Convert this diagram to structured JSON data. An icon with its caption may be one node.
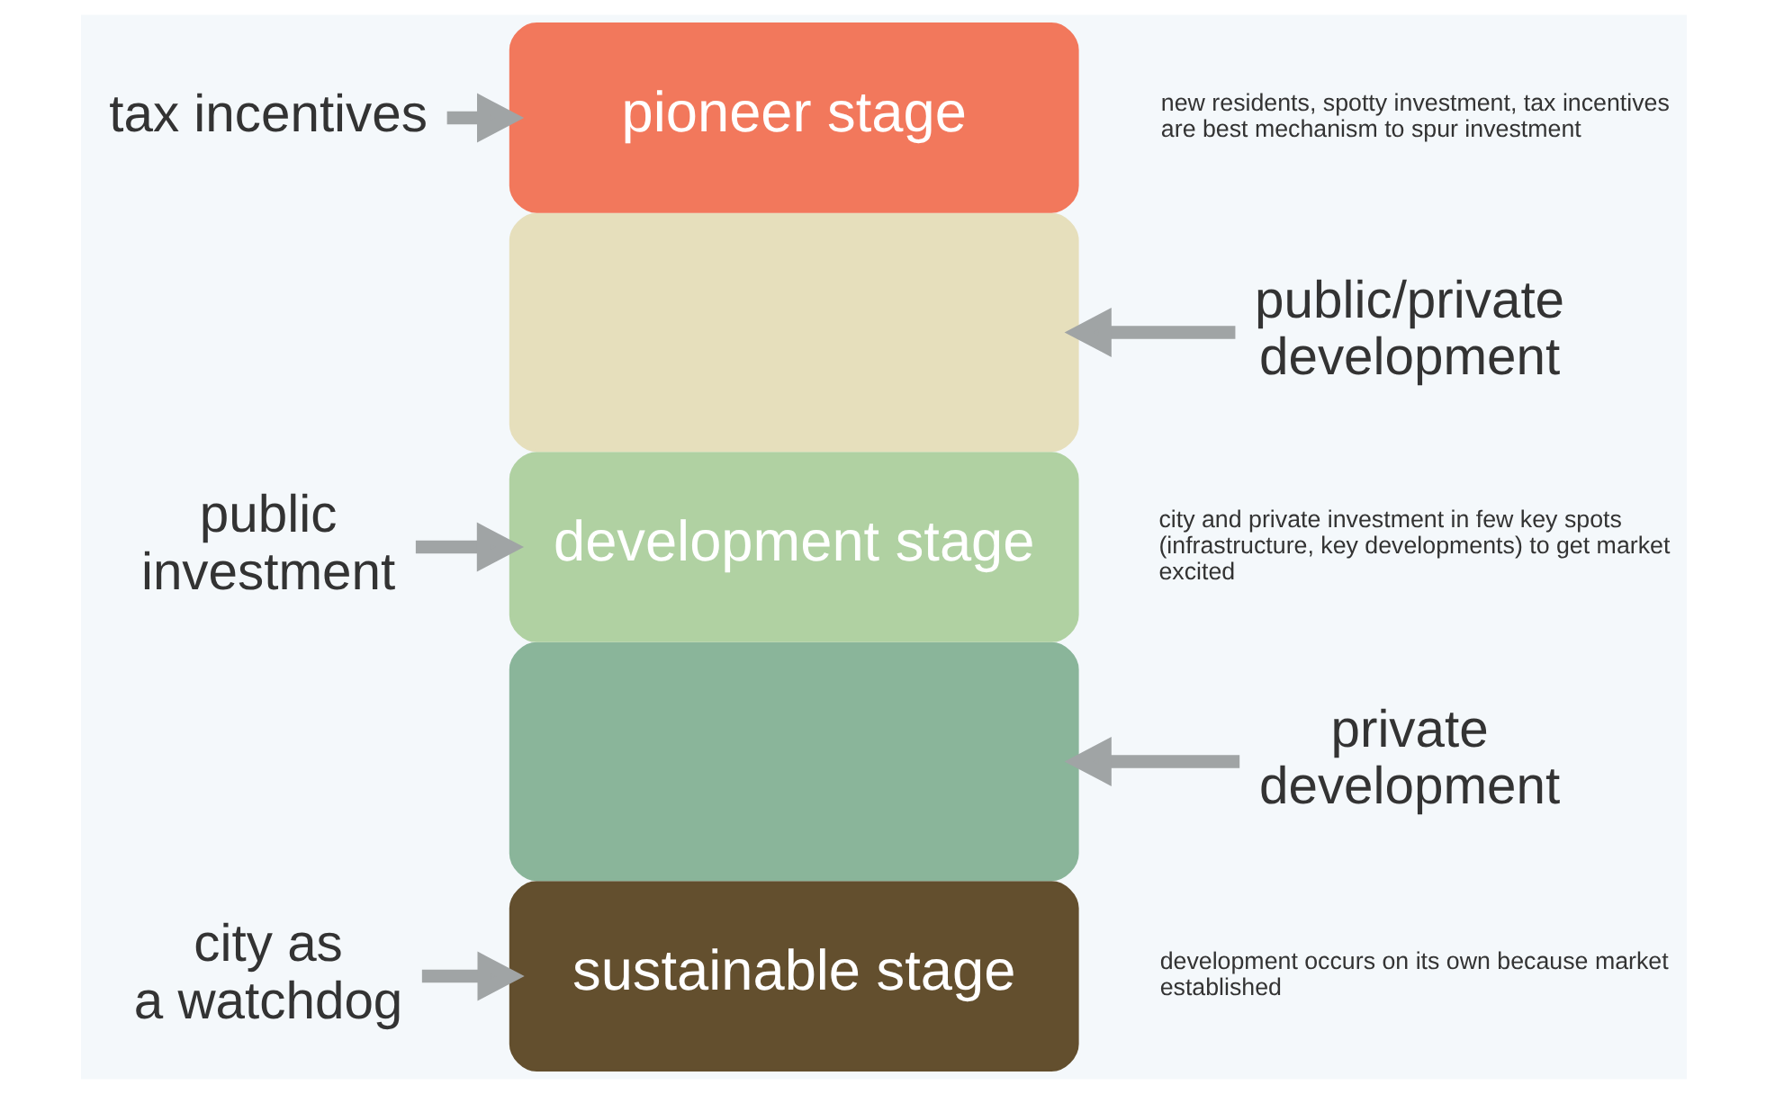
{
  "diagram": {
    "nodes": [
      {
        "text": [
          "tax incentives"
        ]
      },
      {
        "text": [
          "pioneer stage"
        ],
        "beside": [
          "new residents, spotty investment, tax incentives are best mechanism to spur investment"
        ]
      },
      {
        "text": [
          "public/private development"
        ]
      },
      {
        "text": [],
        "shape": "box"
      },
      {
        "text": [
          "public investment"
        ]
      },
      {
        "text": [
          "development stage"
        ],
        "beside": [
          "city and private investment in few key spots (infrastructure, key developments) to get market excited"
        ]
      },
      {
        "text": [],
        "shape": "box"
      },
      {
        "text": [
          "private development"
        ]
      },
      {
        "text": [
          "city as a watchdog"
        ]
      },
      {
        "text": [
          "sustainable stage"
        ],
        "beside": [
          "development occurs on its own because market established"
        ]
      }
    ],
    "edges": [
      {
        "from": 0,
        "to": 1,
        "arrow": "to"
      },
      {
        "from": 2,
        "to": 3,
        "arrow": "to"
      },
      {
        "from": 4,
        "to": 5,
        "arrow": "to"
      },
      {
        "from": 7,
        "to": 6,
        "arrow": "to"
      },
      {
        "from": 8,
        "to": 9,
        "arrow": "to"
      }
    ]
  }
}
